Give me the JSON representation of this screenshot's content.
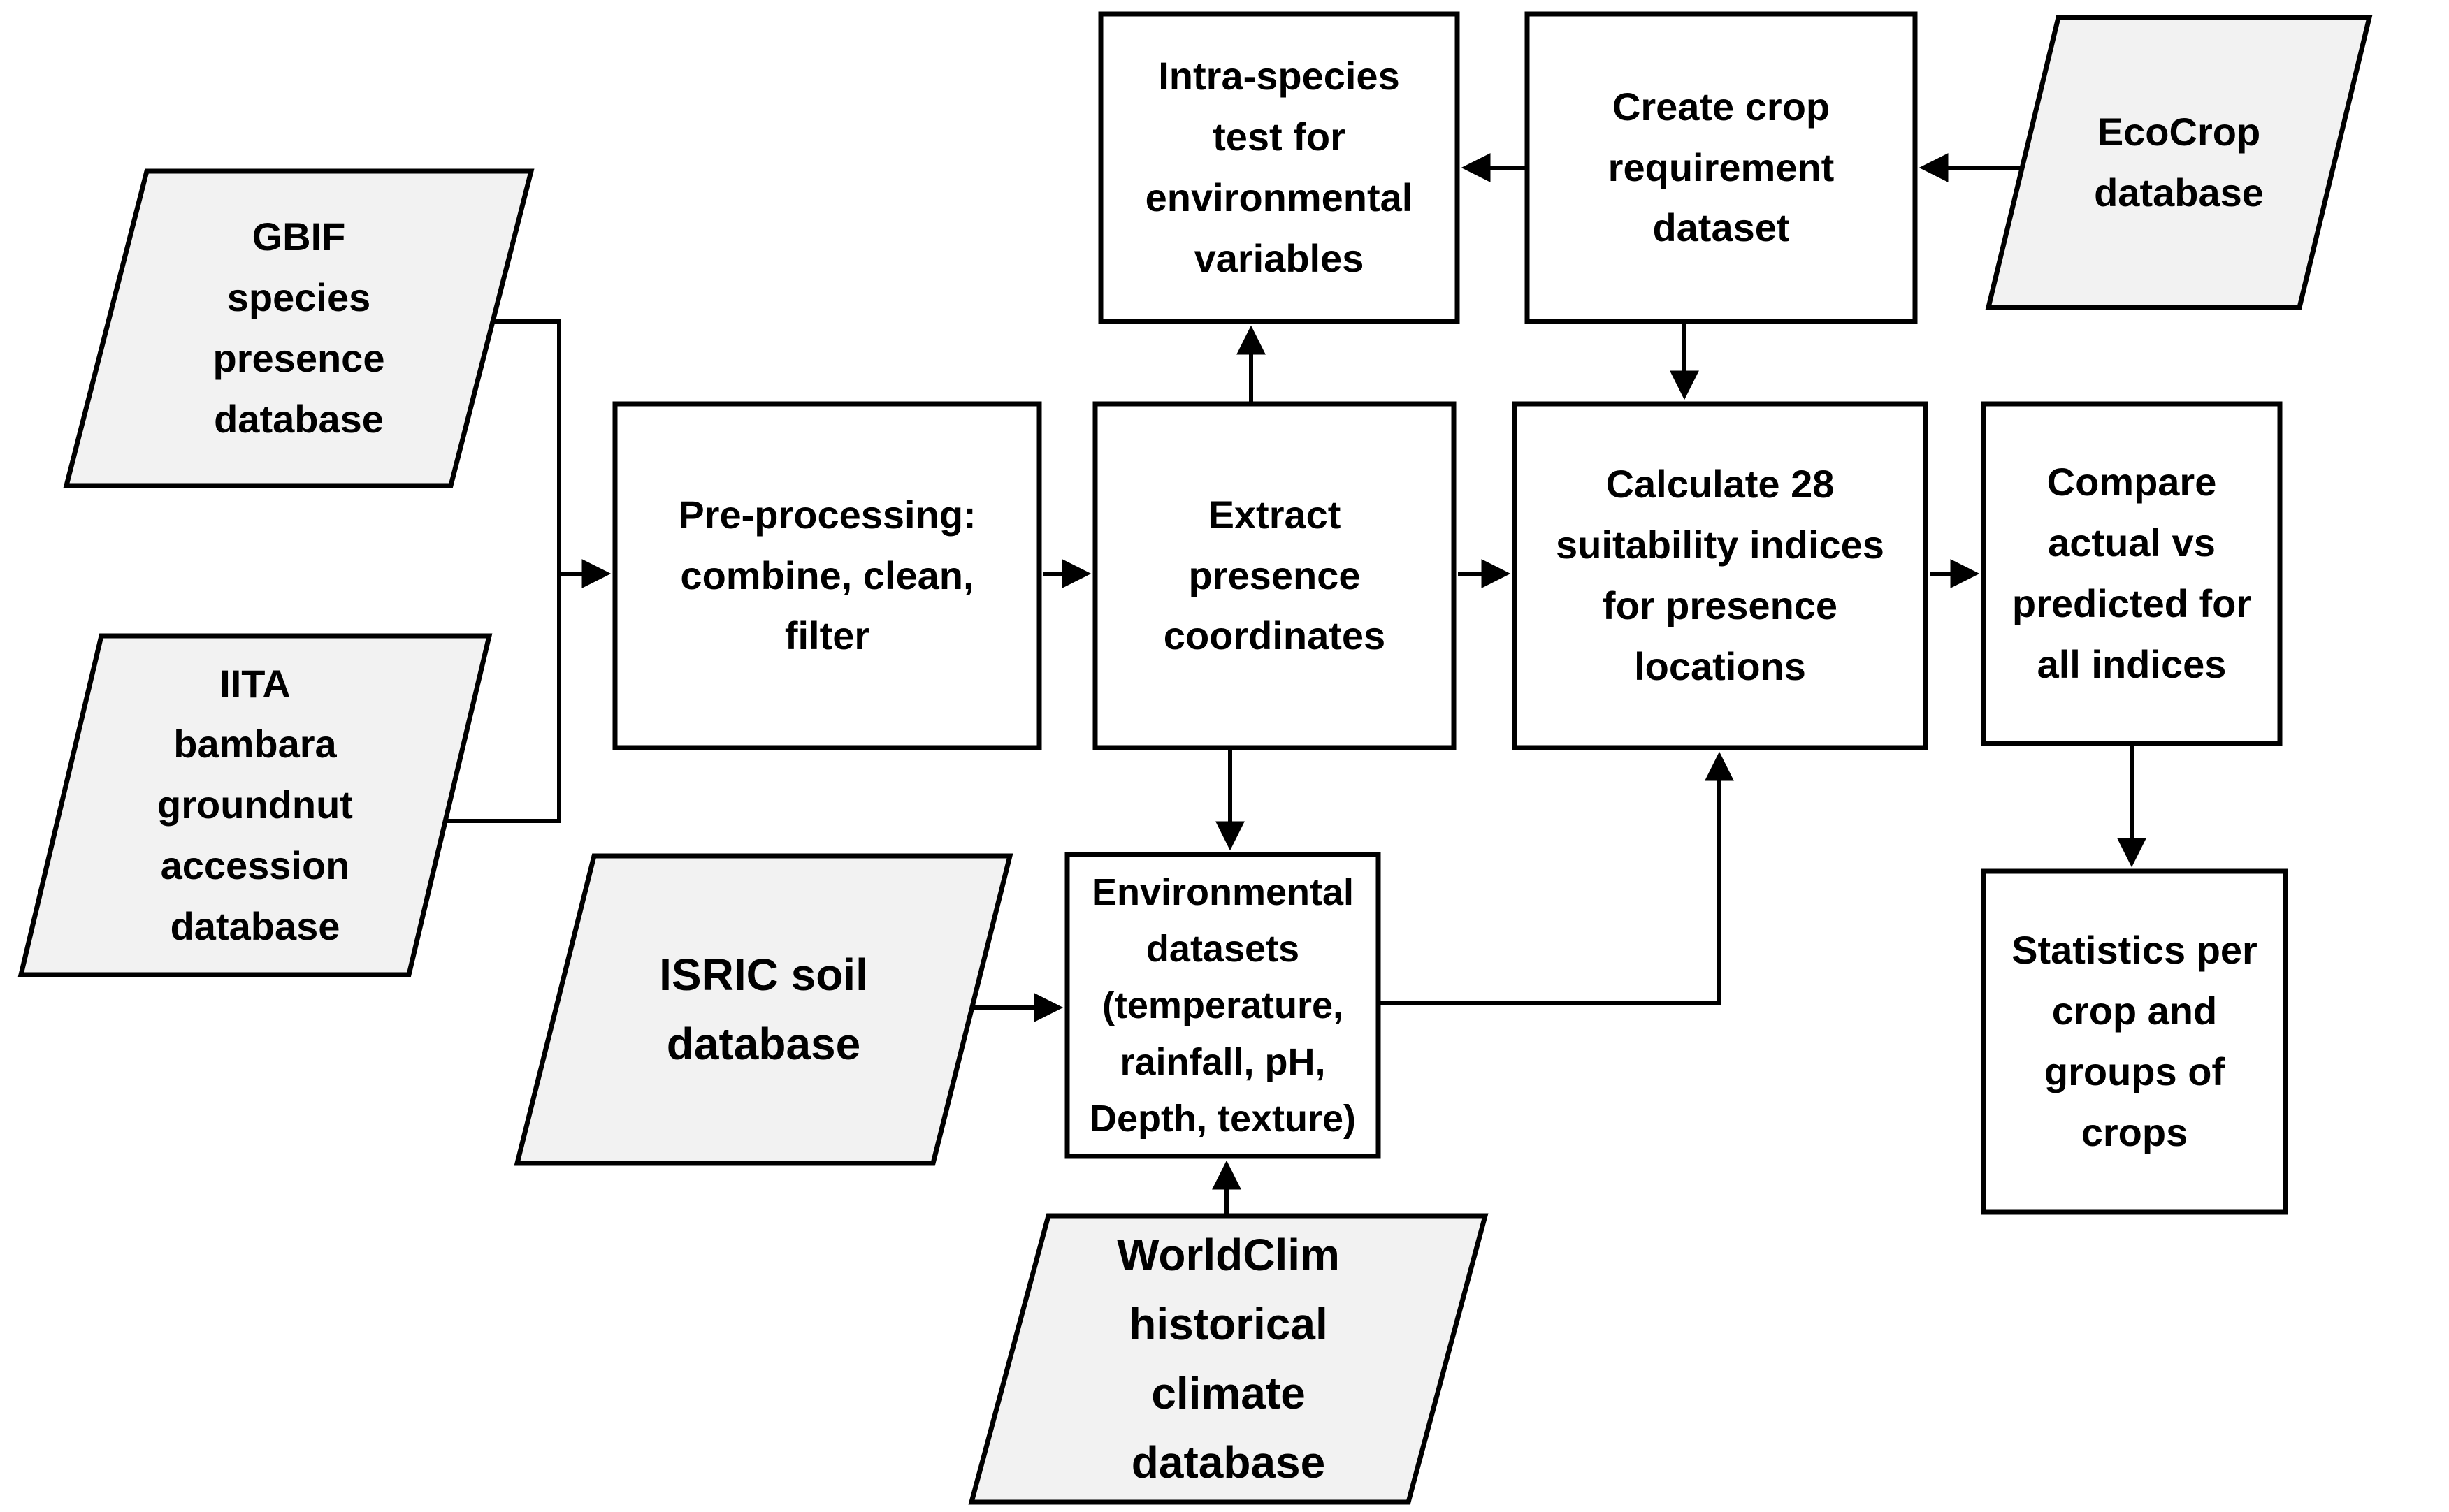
{
  "figure": {
    "background": "#ffffff",
    "stroke_color": "#000000",
    "process_fill": "#ffffff",
    "data_fill": "#f2f2f2",
    "nodes": {
      "gbif_database": {
        "shape": "parallelogram",
        "label": "GBIF\nspecies\npresence\ndatabase"
      },
      "iita_database": {
        "shape": "parallelogram",
        "label": "IITA\nbambara\ngroundnut\naccession\ndatabase"
      },
      "preprocessing": {
        "shape": "process",
        "label": "Pre-processing:\ncombine, clean,\nfilter"
      },
      "extract_coordinates": {
        "shape": "process",
        "label": "Extract\npresence\ncoordinates"
      },
      "intra_species_test": {
        "shape": "process",
        "label": "Intra-species\ntest for\nenvironmental\nvariables"
      },
      "create_crop_requirement": {
        "shape": "process",
        "label": "Create crop\nrequirement\ndataset"
      },
      "ecocrop_database": {
        "shape": "parallelogram",
        "label": "EcoCrop\ndatabase"
      },
      "calculate_indices": {
        "shape": "process",
        "label": "Calculate 28\nsuitability indices\nfor presence\nlocations"
      },
      "compare_indices": {
        "shape": "process",
        "label": "Compare\nactual vs\npredicted for\nall indices"
      },
      "statistics": {
        "shape": "process",
        "label": "Statistics per\ncrop and\ngroups of\ncrops"
      },
      "isric_database": {
        "shape": "parallelogram",
        "label": "ISRIC soil\ndatabase"
      },
      "environmental_datasets": {
        "shape": "process",
        "label": "Environmental\ndatasets\n(temperature,\nrainfall, pH,\nDepth, texture)"
      },
      "worldclim_database": {
        "shape": "parallelogram",
        "label": "WorldClim\nhistorical\nclimate\ndatabase"
      }
    }
  }
}
